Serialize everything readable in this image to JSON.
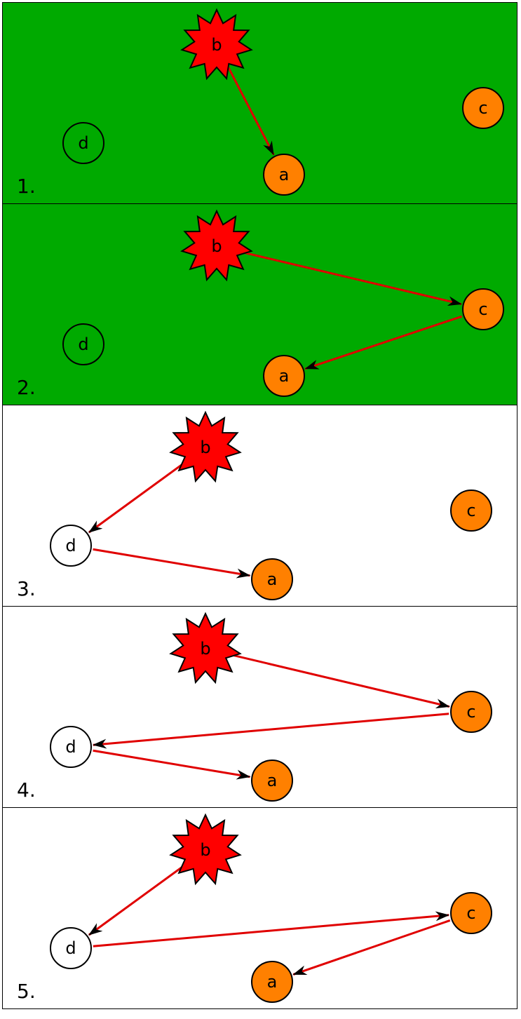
{
  "colors": {
    "green_bg": "#00aa00",
    "white_bg": "#ffffff",
    "red": "#ff0000",
    "orange": "#ff8000",
    "arrow": "#e00000",
    "stroke": "#000000"
  },
  "nodes": [
    {
      "id": "a",
      "label": "a",
      "shape": "circle",
      "fill": "orange"
    },
    {
      "id": "b",
      "label": "b",
      "shape": "star",
      "fill": "red"
    },
    {
      "id": "c",
      "label": "c",
      "shape": "circle",
      "fill": "orange"
    },
    {
      "id": "d",
      "label": "d",
      "shape": "circle",
      "fill": "background"
    }
  ],
  "panels": [
    {
      "label": "1.",
      "background": "green_bg",
      "edges": [
        [
          "b",
          "a"
        ]
      ]
    },
    {
      "label": "2.",
      "background": "green_bg",
      "edges": [
        [
          "b",
          "c"
        ],
        [
          "c",
          "a"
        ]
      ]
    },
    {
      "label": "3.",
      "background": "white_bg",
      "edges": [
        [
          "b",
          "d"
        ],
        [
          "d",
          "a"
        ]
      ]
    },
    {
      "label": "4.",
      "background": "white_bg",
      "edges": [
        [
          "b",
          "c"
        ],
        [
          "c",
          "d"
        ],
        [
          "d",
          "a"
        ]
      ]
    },
    {
      "label": "5.",
      "background": "white_bg",
      "edges": [
        [
          "b",
          "d"
        ],
        [
          "d",
          "c"
        ],
        [
          "c",
          "a"
        ]
      ]
    }
  ]
}
